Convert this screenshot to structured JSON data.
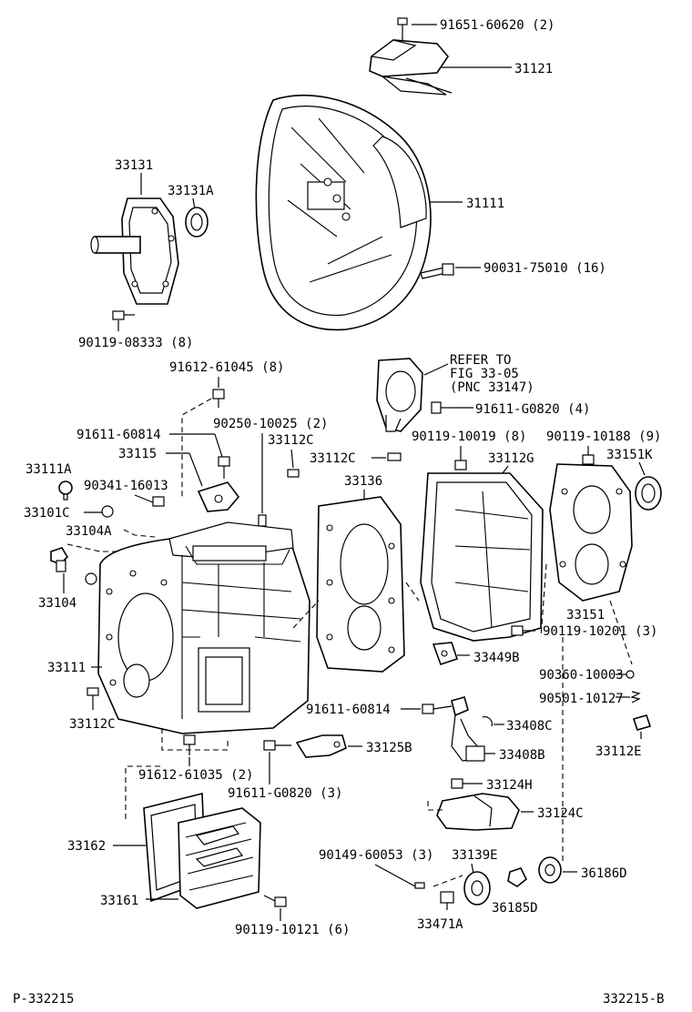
{
  "labels": {
    "l_91651_60620": "91651-60620 (2)",
    "l_31121": "31121",
    "l_33131": "33131",
    "l_33131A": "33131A",
    "l_31111": "31111",
    "l_90031_75010": "90031-75010 (16)",
    "l_90119_08333": "90119-08333 (8)",
    "l_refer1": "REFER TO",
    "l_refer2": "FIG 33-05",
    "l_refer3": "(PNC 33147)",
    "l_91612_61045": "91612-61045 (8)",
    "l_91611_G0820_4": "91611-G0820 (4)",
    "l_91611_60814_a": "91611-60814",
    "l_90250_10025": "90250-10025 (2)",
    "l_90119_10019": "90119-10019 (8)",
    "l_90119_10188": "90119-10188 (9)",
    "l_33115": "33115",
    "l_33112C_a": "33112C",
    "l_33112C_b": "33112C",
    "l_33112G": "33112G",
    "l_33151K": "33151K",
    "l_33111A": "33111A",
    "l_90341_16013": "90341-16013",
    "l_33136": "33136",
    "l_33101C": "33101C",
    "l_33104A": "33104A",
    "l_33104": "33104",
    "l_33151": "33151",
    "l_90119_10201": "90119-10201 (3)",
    "l_33449B": "33449B",
    "l_33111": "33111",
    "l_90360_10003": "90360-10003",
    "l_90501_10127": "90501-10127",
    "l_91611_60814_b": "91611-60814",
    "l_33112C_c": "33112C",
    "l_33408C": "33408C",
    "l_33112E": "33112E",
    "l_33125B": "33125B",
    "l_33408B": "33408B",
    "l_91612_61035": "91612-61035 (2)",
    "l_91611_G0820_3": "91611-G0820 (3)",
    "l_33124H": "33124H",
    "l_33124C": "33124C",
    "l_33162": "33162",
    "l_90149_60053": "90149-60053 (3)",
    "l_33139E": "33139E",
    "l_36186D": "36186D",
    "l_33161": "33161",
    "l_36185D": "36185D",
    "l_90119_10121": "90119-10121 (6)",
    "l_33471A": "33471A"
  },
  "footer": {
    "left": "P-332215",
    "right": "332215-B"
  }
}
